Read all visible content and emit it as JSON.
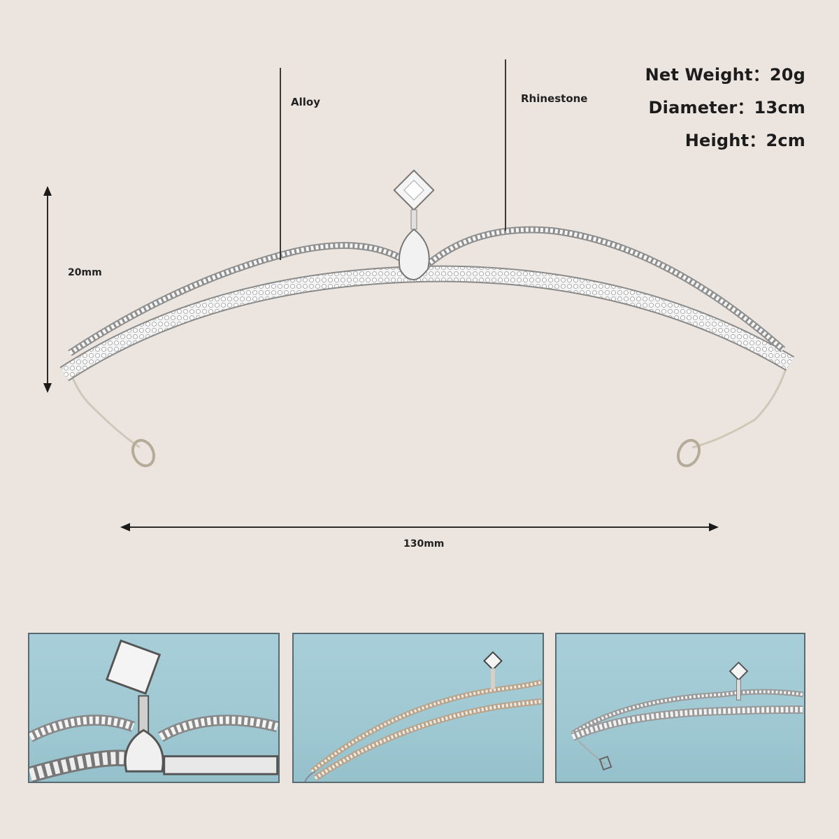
{
  "specs": {
    "net_weight": "Net Weight：20g",
    "diameter": "Diameter：13cm",
    "height": "Height：2cm"
  },
  "callouts": {
    "material_1": "Alloy",
    "material_2": "Rhinestone"
  },
  "dimensions": {
    "height_label": "20mm",
    "width_label": "130mm"
  },
  "colors": {
    "background": "#ece5df",
    "thumb_background": "#a4ccd6",
    "text": "#1c1c1c"
  },
  "gallery": [
    {
      "view": "close-up-center-stone"
    },
    {
      "view": "side-angle-rose-gold"
    },
    {
      "view": "three-quarter-view"
    }
  ]
}
